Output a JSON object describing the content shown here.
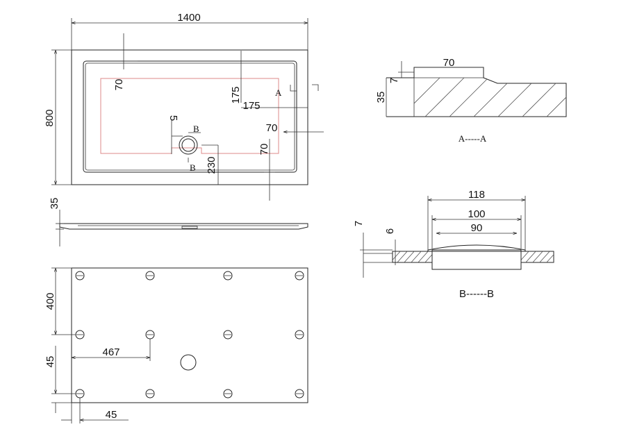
{
  "top_view": {
    "width": "1400",
    "height": "800",
    "inner_top": "70",
    "drain_offset": "175",
    "drain_offset_h": "175",
    "side_offset": "70",
    "bottom_offset": "70",
    "drain_bottom": "230",
    "small": "5",
    "sec_a": "A",
    "sec_b1": "B",
    "sec_b2": "B"
  },
  "side_view": {
    "thickness": "35"
  },
  "bottom_view": {
    "dim_400": "400",
    "dim_467": "467",
    "dim_45_v": "45",
    "dim_45_h": "45"
  },
  "section_a": {
    "dim_70": "70",
    "dim_7": "7",
    "dim_35": "35",
    "title": "A-----A"
  },
  "section_b": {
    "dim_118": "118",
    "dim_100": "100",
    "dim_90": "90",
    "dim_7": "7",
    "dim_6": "6",
    "title": "B------B"
  }
}
